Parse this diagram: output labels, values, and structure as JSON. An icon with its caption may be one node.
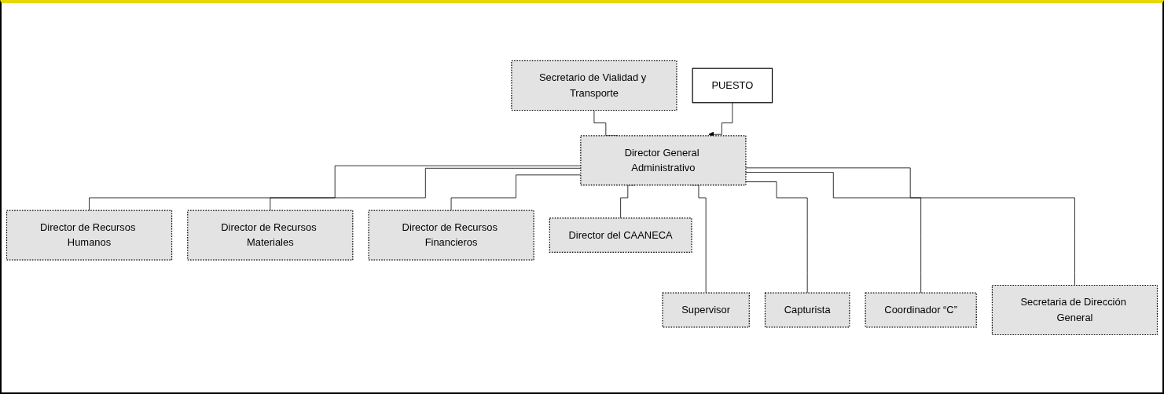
{
  "diagram": {
    "nodes": [
      {
        "text": [
          "Secretario de Vialidad y Transporte"
        ]
      },
      {
        "text": [
          "Director General Administrativo"
        ]
      },
      {
        "text": [
          "PUESTO"
        ]
      },
      {
        "text": [
          "Director de Recursos Humanos"
        ]
      },
      {
        "text": [
          "Director de Recursos Materiales"
        ]
      },
      {
        "text": [
          "Director de Recursos Financieros"
        ]
      },
      {
        "text": [
          "Director del CAANECA"
        ]
      },
      {
        "text": [
          "Supervisor"
        ]
      },
      {
        "text": [
          "Capturista"
        ]
      },
      {
        "text": [
          "Coordinador “C”"
        ]
      },
      {
        "text": [
          "Secretaria de Dirección General"
        ]
      }
    ],
    "edges": [
      {
        "from": 0,
        "to": 1,
        "arrow": "none"
      },
      {
        "from": 2,
        "to": 1,
        "arrow": "to"
      },
      {
        "from": 1,
        "to": 3,
        "arrow": "none"
      },
      {
        "from": 1,
        "to": 7,
        "arrow": "none"
      },
      {
        "from": 1,
        "to": 4,
        "arrow": "none"
      },
      {
        "from": 1,
        "to": 8,
        "arrow": "none"
      },
      {
        "from": 1,
        "to": 5,
        "arrow": "none"
      },
      {
        "from": 1,
        "to": 9,
        "arrow": "none"
      },
      {
        "from": 1,
        "to": 10,
        "arrow": "none"
      },
      {
        "from": 1,
        "to": 6,
        "arrow": "none"
      }
    ]
  }
}
